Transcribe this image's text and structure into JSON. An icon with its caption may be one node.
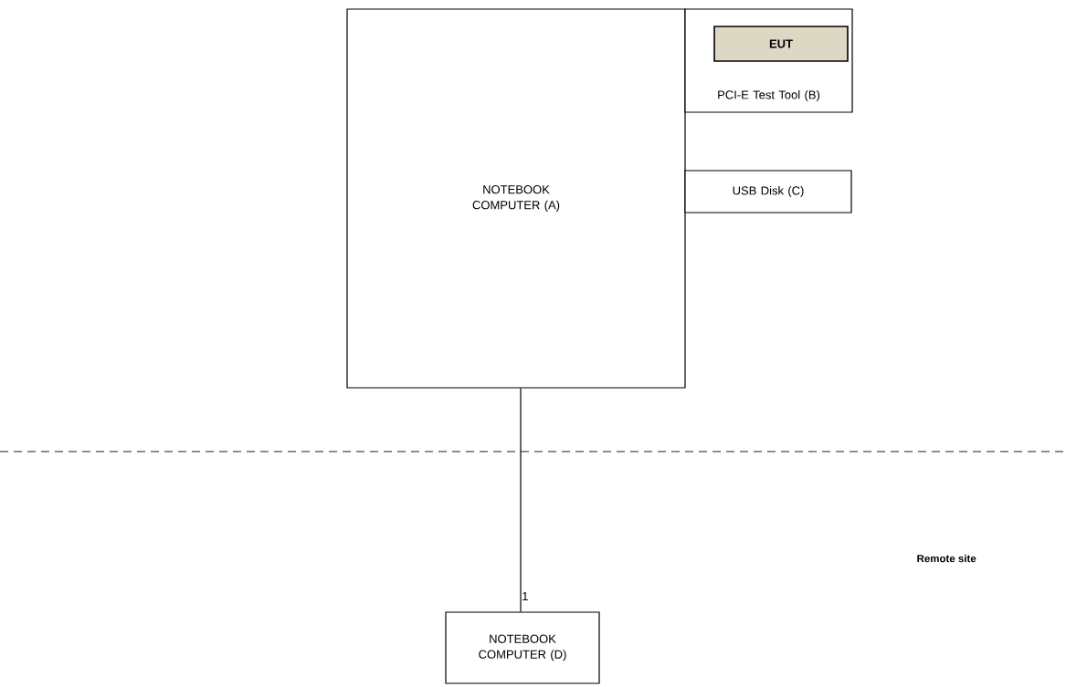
{
  "diagram": {
    "nodes": [
      {
        "text": [
          "NOTEBOOK COMPUTER (A)"
        ]
      },
      {
        "text": [
          "PCI-E Test Tool (B)"
        ]
      },
      {
        "text": [
          "EUT"
        ],
        "in": 1
      },
      {
        "text": [
          "USB Disk (C)"
        ]
      },
      {
        "text": [
          "NOTEBOOK COMPUTER (D)"
        ]
      }
    ],
    "edges": [
      {
        "from": 0,
        "to": 4,
        "arrow": "none",
        "label": "1"
      }
    ],
    "labels": [
      "Remote site"
    ]
  }
}
